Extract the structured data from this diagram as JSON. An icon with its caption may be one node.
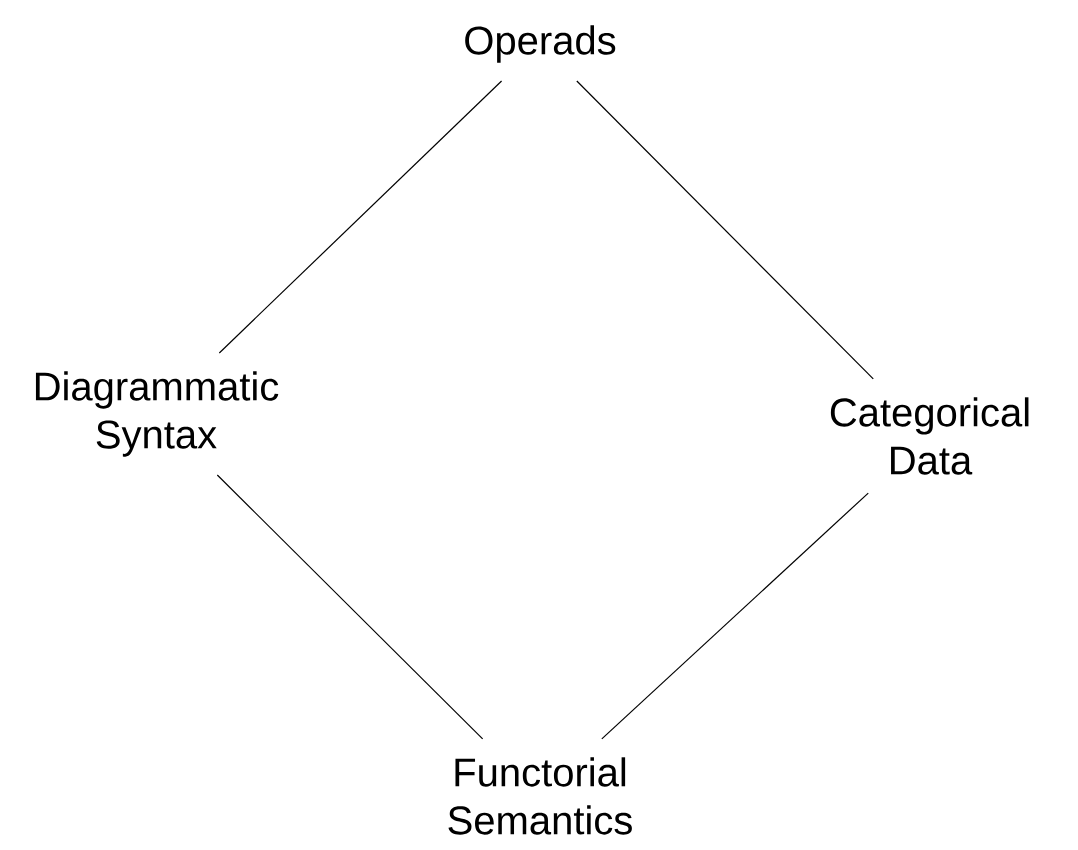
{
  "diagram": {
    "nodes": [
      {
        "text": [
          "Operads"
        ]
      },
      {
        "text": [
          "Diagrammatic Syntax"
        ]
      },
      {
        "text": [
          "Categorical Data"
        ]
      },
      {
        "text": [
          "Functorial Semantics"
        ]
      }
    ],
    "edges": [
      {
        "from": 0,
        "to": 1,
        "arrow": "none"
      },
      {
        "from": 0,
        "to": 2,
        "arrow": "none"
      },
      {
        "from": 1,
        "to": 3,
        "arrow": "none"
      },
      {
        "from": 2,
        "to": 3,
        "arrow": "none"
      }
    ]
  }
}
